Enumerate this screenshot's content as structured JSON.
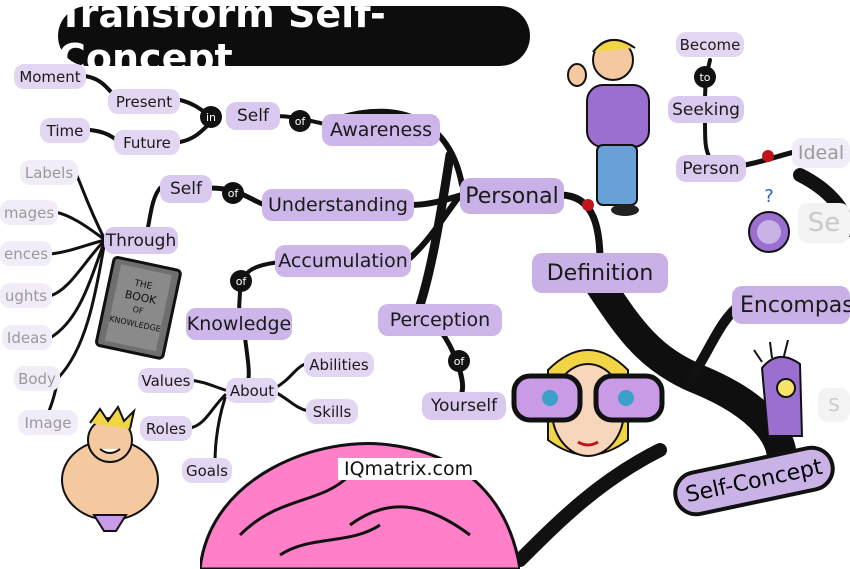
{
  "title": "Transform Self-Concept",
  "watermark": "IQmatrix.com",
  "book": {
    "line1": "THE",
    "line2": "BOOK",
    "line3": "OF",
    "line4": "KNOWLEDGE"
  },
  "nodes": {
    "moment": "Moment",
    "present": "Present",
    "time": "Time",
    "future": "Future",
    "self_top": "Self",
    "awareness": "Awareness",
    "self_mid": "Self",
    "understanding": "Understanding",
    "personal": "Personal",
    "definition": "Definition",
    "accumulation": "Accumulation",
    "knowledge": "Knowledge",
    "perception": "Perception",
    "yourself": "Yourself",
    "through": "Through",
    "labels": "Labels",
    "images": "mages",
    "experiences": "ences",
    "thoughts": "ughts",
    "ideas": "Ideas",
    "body": "Body",
    "image": "Image",
    "values": "Values",
    "about": "About",
    "abilities": "Abilities",
    "skills": "Skills",
    "roles": "Roles",
    "goals": "Goals",
    "become": "Become",
    "seeking": "Seeking",
    "person": "Person",
    "ideal": "Ideal",
    "encompass": "Encompas",
    "self_concept": "Self-Concept",
    "ghost_se": "Se",
    "ghost_s": "S"
  },
  "connectors": {
    "in": "in",
    "of": "of",
    "to": "to"
  },
  "colors": {
    "node_fill": "#d9c9ee",
    "branch": "#111111",
    "dot": "#c0141b",
    "brain": "#ff7fc8"
  }
}
